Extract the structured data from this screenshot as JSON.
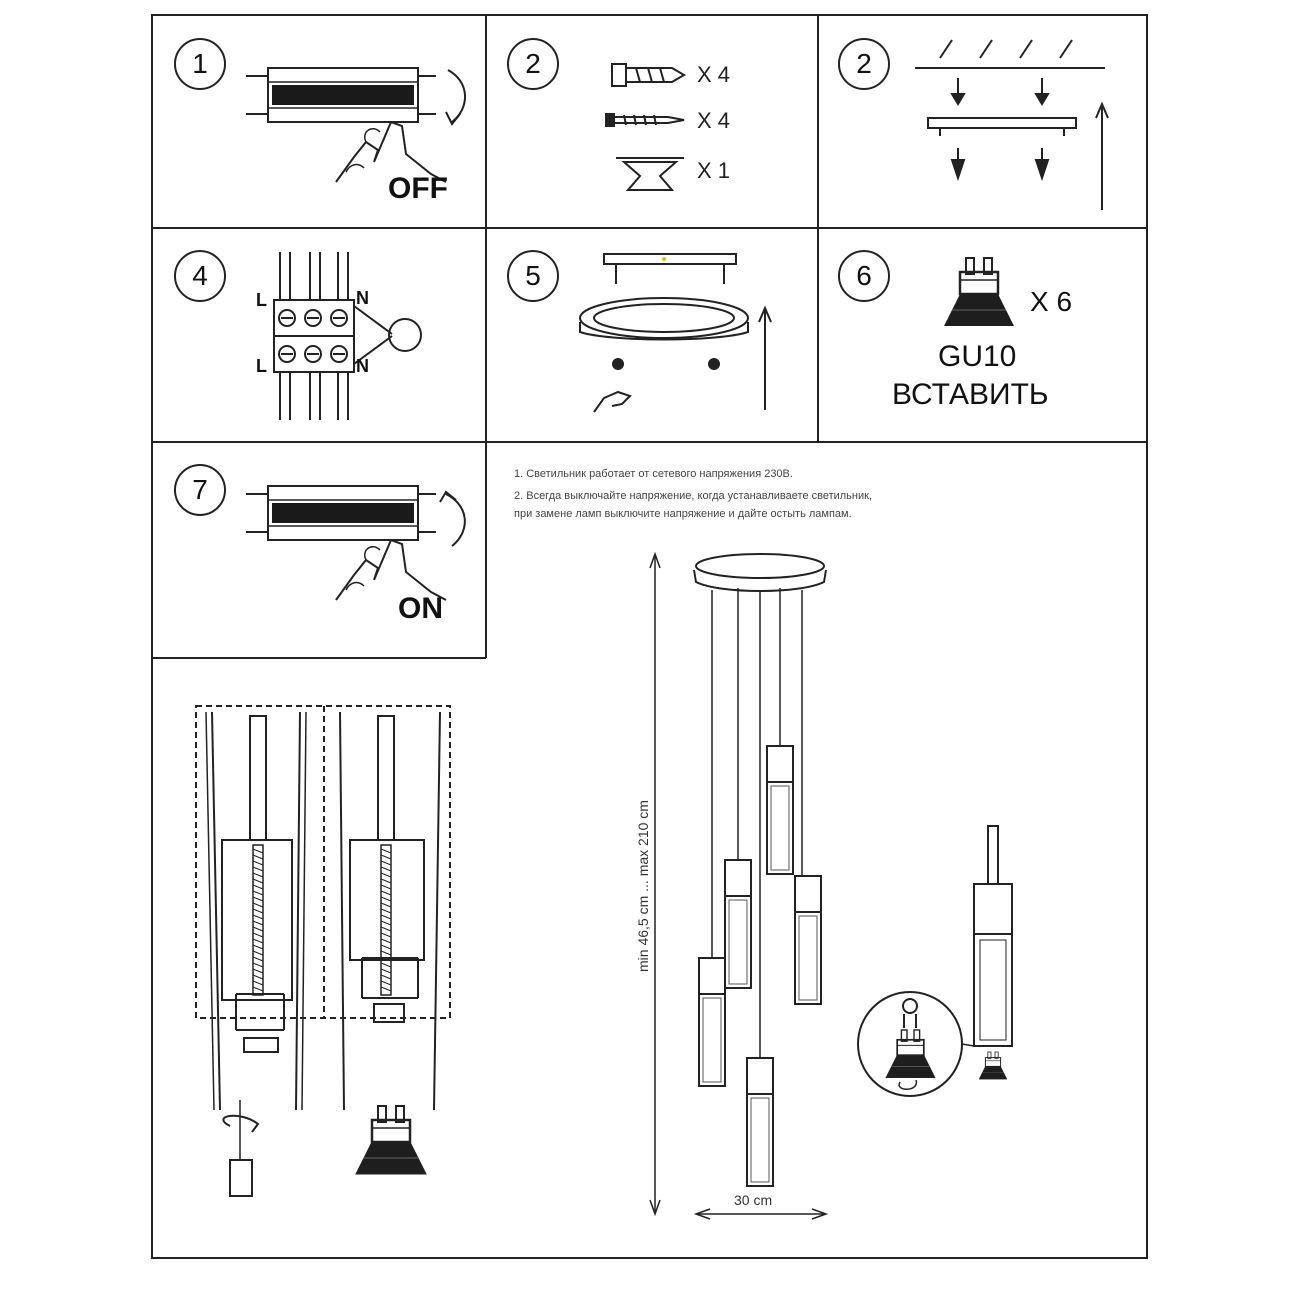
{
  "steps": [
    {
      "number": "1",
      "caption": "OFF"
    },
    {
      "number": "2"
    },
    {
      "number": "2"
    },
    {
      "number": "4"
    },
    {
      "number": "5"
    },
    {
      "number": "6",
      "quantity": "X 6",
      "lamp_type": "GU10",
      "action": "ВСТАВИТЬ"
    },
    {
      "number": "7",
      "caption": "ON"
    }
  ],
  "parts": [
    {
      "item": "wall-plug-icon",
      "quantity": "X 4"
    },
    {
      "item": "screw-icon",
      "quantity": "X 4"
    },
    {
      "item": "bracket-icon",
      "quantity": "X 1"
    }
  ],
  "terminals": {
    "live_top": "L",
    "live_bottom": "L",
    "neutral_top": "N",
    "neutral_bottom": "N"
  },
  "notes": {
    "line1": "1. Светильник работает от сетевого напряжения 230В.",
    "line2": "2. Всегда выключайте напряжение, когда устанавливаете светильник,",
    "line3": "при замене ламп выключите напряжение и дайте остыть лампам."
  },
  "dimensions": {
    "height": "min 46,5 cm ... max 210 cm",
    "width": "30 cm"
  },
  "colors": {
    "line": "#222222",
    "accent_dot": "#c8c400"
  }
}
